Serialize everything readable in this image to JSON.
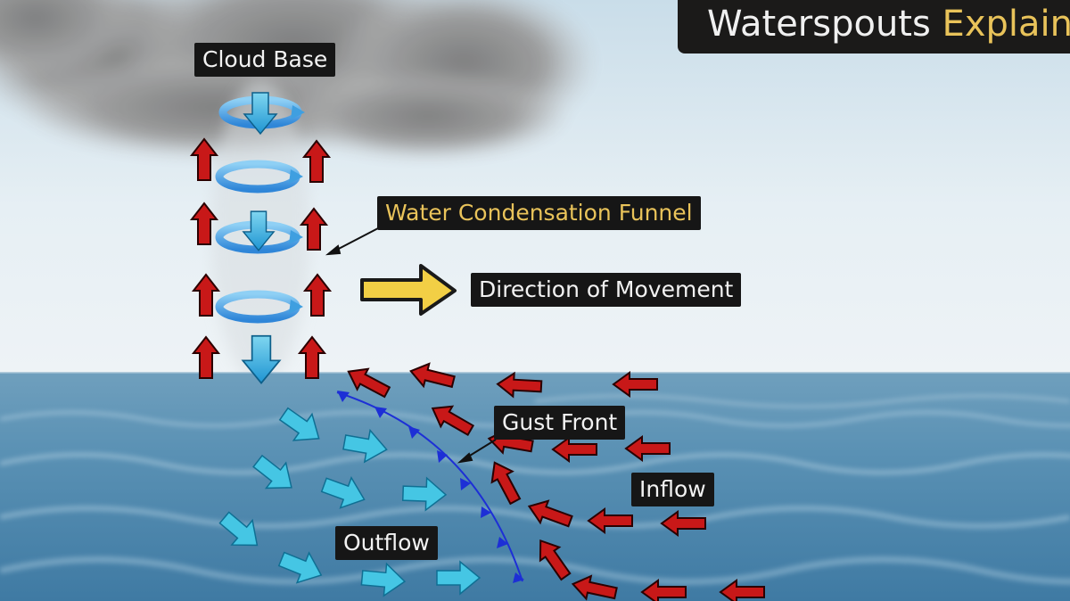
{
  "title": {
    "main": "Waterspouts",
    "highlight": "Explained"
  },
  "labels": {
    "cloud_base": "Cloud Base",
    "funnel": "Water Condensation Funnel",
    "direction": "Direction of Movement",
    "gust_front": "Gust Front",
    "inflow": "Inflow",
    "outflow": "Outflow"
  },
  "colors": {
    "updraft_arrow": "#c81818",
    "inflow_arrow": "#c81818",
    "downdraft_arrow": "#2fa6dc",
    "outflow_arrow": "#45c6e4",
    "rotation_ring": "#3f9fe0",
    "movement_arrow": "#f2cf45",
    "gust_front_line": "#1d2fd6",
    "label_bg": "#161616",
    "title_highlight": "#e9c35a"
  },
  "icons": [
    "cloud",
    "rotation-ring-icon",
    "updraft-arrow-icon",
    "downdraft-arrow-icon",
    "inflow-arrow-icon",
    "outflow-arrow-icon",
    "movement-arrow-icon",
    "gust-front-line"
  ]
}
